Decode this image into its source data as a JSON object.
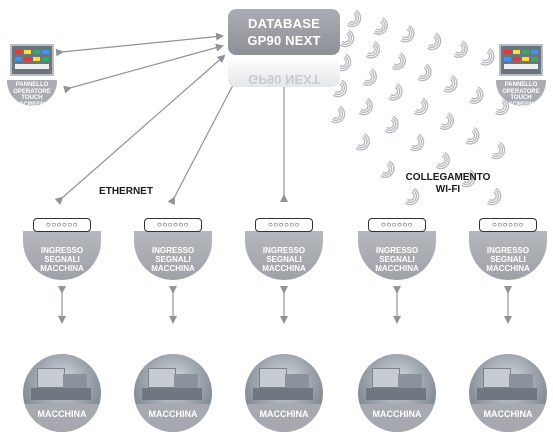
{
  "database": {
    "line1": "DATABASE",
    "line2": "GP90 NEXT"
  },
  "panels": [
    {
      "line1": "PANNELLO",
      "line2": "OPERATORE",
      "line3": "TOUCH",
      "line4": "SCREEN"
    },
    {
      "line1": "PANNELLO",
      "line2": "OPERATORE",
      "line3": "TOUCH",
      "line4": "SCREEN"
    }
  ],
  "labels": {
    "ethernet": "ETHERNET",
    "wifi_line1": "COLLEGAMENTO",
    "wifi_line2": "WI-FI"
  },
  "signal_nodes": [
    {
      "ports": "○○○○○○",
      "line1": "INGRESSO",
      "line2": "SEGNALI",
      "line3": "MACCHINA"
    },
    {
      "ports": "○○○○○○",
      "line1": "INGRESSO",
      "line2": "SEGNALI",
      "line3": "MACCHINA"
    },
    {
      "ports": "○○○○○○",
      "line1": "INGRESSO",
      "line2": "SEGNALI",
      "line3": "MACCHINA"
    },
    {
      "ports": "○○○○○○",
      "line1": "INGRESSO",
      "line2": "SEGNALI",
      "line3": "MACCHINA"
    },
    {
      "ports": "○○○○○○",
      "line1": "INGRESSO",
      "line2": "SEGNALI",
      "line3": "MACCHINA"
    }
  ],
  "machines": [
    {
      "label": "MACCHINA"
    },
    {
      "label": "MACCHINA"
    },
    {
      "label": "MACCHINA"
    },
    {
      "label": "MACCHINA"
    },
    {
      "label": "MACCHINA"
    }
  ],
  "colors": {
    "arrow": "#8f949a",
    "node": "#a6aab0",
    "wifi": "#b3b7bc"
  },
  "icons": {
    "panel": "touch-screen-panel-icon",
    "ports": "connector-ports-icon",
    "wifi": "wifi-wave-icon"
  }
}
